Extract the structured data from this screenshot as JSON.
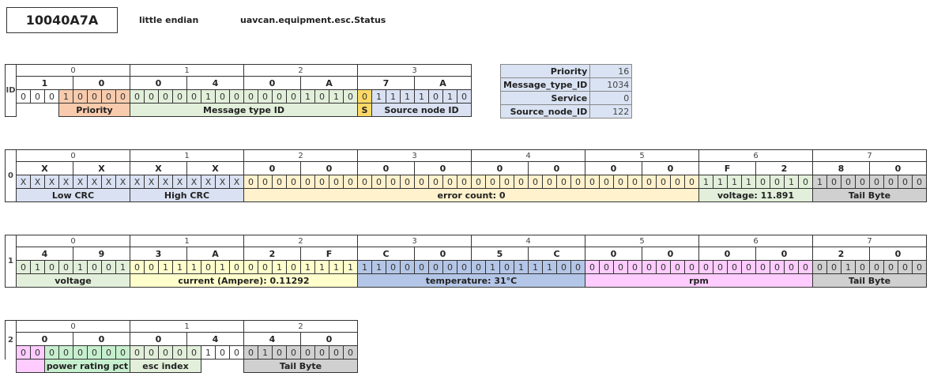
{
  "header": {
    "can_id": "10040A7A",
    "endianness": "little endian",
    "message_name": "uavcan.equipment.esc.Status"
  },
  "info_table": [
    {
      "key": "Priority",
      "value": "16"
    },
    {
      "key": "Message_type_ID",
      "value": "1034"
    },
    {
      "key": "Service",
      "value": "0"
    },
    {
      "key": "Source_node_ID",
      "value": "122"
    }
  ],
  "colors": {
    "priority": "#f8cbad",
    "message_type": "#e2efda",
    "service": "#ffd966",
    "source": "#d9e1f2",
    "crc": "#d9e1f2",
    "error": "#fff2cc",
    "voltage": "#e2efda",
    "tail": "#d0d0d0",
    "current": "#ffffcc",
    "temperature": "#b4c6e7",
    "rpm": "#ffccff",
    "power": "#c6efce",
    "esc": "#e2efda",
    "none": "#ffffff"
  },
  "frames": [
    {
      "label": "ID",
      "bytes": [
        "0",
        "1",
        "2",
        "3"
      ],
      "hex": [
        "1",
        "0",
        "0",
        "4",
        "0",
        "A",
        "7",
        "A"
      ],
      "bits": [
        "0",
        "0",
        "0",
        "1",
        "0",
        "0",
        "0",
        "0",
        "0",
        "0",
        "0",
        "0",
        "0",
        "1",
        "0",
        "0",
        "0",
        "0",
        "0",
        "0",
        "1",
        "0",
        "1",
        "0",
        "0",
        "1",
        "1",
        "1",
        "1",
        "0",
        "1",
        "0"
      ],
      "bit_fields": [
        "none",
        "none",
        "none",
        "priority",
        "priority",
        "priority",
        "priority",
        "priority",
        "message_type",
        "message_type",
        "message_type",
        "message_type",
        "message_type",
        "message_type",
        "message_type",
        "message_type",
        "message_type",
        "message_type",
        "message_type",
        "message_type",
        "message_type",
        "message_type",
        "message_type",
        "message_type",
        "service",
        "source",
        "source",
        "source",
        "source",
        "source",
        "source",
        "source"
      ],
      "fields": [
        {
          "label": "",
          "span": 3,
          "color": "none"
        },
        {
          "label": "Priority",
          "span": 5,
          "color": "priority"
        },
        {
          "label": "Message type ID",
          "span": 16,
          "color": "message_type"
        },
        {
          "label": "S",
          "span": 1,
          "color": "service"
        },
        {
          "label": "Source node ID",
          "span": 7,
          "color": "source"
        }
      ]
    },
    {
      "label": "0",
      "bytes": [
        "0",
        "1",
        "2",
        "3",
        "4",
        "5",
        "6",
        "7"
      ],
      "hex": [
        "X",
        "X",
        "X",
        "X",
        "0",
        "0",
        "0",
        "0",
        "0",
        "0",
        "0",
        "0",
        "F",
        "2",
        "8",
        "0"
      ],
      "bits": [
        "X",
        "X",
        "X",
        "X",
        "X",
        "X",
        "X",
        "X",
        "X",
        "X",
        "X",
        "X",
        "X",
        "X",
        "X",
        "X",
        "0",
        "0",
        "0",
        "0",
        "0",
        "0",
        "0",
        "0",
        "0",
        "0",
        "0",
        "0",
        "0",
        "0",
        "0",
        "0",
        "0",
        "0",
        "0",
        "0",
        "0",
        "0",
        "0",
        "0",
        "0",
        "0",
        "0",
        "0",
        "0",
        "0",
        "0",
        "0",
        "1",
        "1",
        "1",
        "1",
        "0",
        "0",
        "1",
        "0",
        "1",
        "0",
        "0",
        "0",
        "0",
        "0",
        "0",
        "0"
      ],
      "bit_fields": [
        "crc",
        "crc",
        "crc",
        "crc",
        "crc",
        "crc",
        "crc",
        "crc",
        "crc",
        "crc",
        "crc",
        "crc",
        "crc",
        "crc",
        "crc",
        "crc",
        "error",
        "error",
        "error",
        "error",
        "error",
        "error",
        "error",
        "error",
        "error",
        "error",
        "error",
        "error",
        "error",
        "error",
        "error",
        "error",
        "error",
        "error",
        "error",
        "error",
        "error",
        "error",
        "error",
        "error",
        "error",
        "error",
        "error",
        "error",
        "error",
        "error",
        "error",
        "error",
        "voltage",
        "voltage",
        "voltage",
        "voltage",
        "voltage",
        "voltage",
        "voltage",
        "voltage",
        "tail",
        "tail",
        "tail",
        "tail",
        "tail",
        "tail",
        "tail",
        "tail"
      ],
      "fields": [
        {
          "label": "Low CRC",
          "span": 8,
          "color": "crc"
        },
        {
          "label": "High CRC",
          "span": 8,
          "color": "crc"
        },
        {
          "label": "error count: 0",
          "span": 32,
          "color": "error"
        },
        {
          "label": "voltage: 11.891",
          "span": 8,
          "color": "voltage"
        },
        {
          "label": "Tail Byte",
          "span": 8,
          "color": "tail"
        }
      ]
    },
    {
      "label": "1",
      "bytes": [
        "0",
        "1",
        "2",
        "3",
        "4",
        "5",
        "6",
        "7"
      ],
      "hex": [
        "4",
        "9",
        "3",
        "A",
        "2",
        "F",
        "C",
        "0",
        "5",
        "C",
        "0",
        "0",
        "0",
        "0",
        "2",
        "0"
      ],
      "bits": [
        "0",
        "1",
        "0",
        "0",
        "1",
        "0",
        "0",
        "1",
        "0",
        "0",
        "1",
        "1",
        "1",
        "0",
        "1",
        "0",
        "0",
        "0",
        "1",
        "0",
        "1",
        "1",
        "1",
        "1",
        "1",
        "1",
        "0",
        "0",
        "0",
        "0",
        "0",
        "0",
        "0",
        "1",
        "0",
        "1",
        "1",
        "1",
        "0",
        "0",
        "0",
        "0",
        "0",
        "0",
        "0",
        "0",
        "0",
        "0",
        "0",
        "0",
        "0",
        "0",
        "0",
        "0",
        "0",
        "0",
        "0",
        "0",
        "1",
        "0",
        "0",
        "0",
        "0",
        "0"
      ],
      "bit_fields": [
        "voltage",
        "voltage",
        "voltage",
        "voltage",
        "voltage",
        "voltage",
        "voltage",
        "voltage",
        "current",
        "current",
        "current",
        "current",
        "current",
        "current",
        "current",
        "current",
        "current",
        "current",
        "current",
        "current",
        "current",
        "current",
        "current",
        "current",
        "temperature",
        "temperature",
        "temperature",
        "temperature",
        "temperature",
        "temperature",
        "temperature",
        "temperature",
        "temperature",
        "temperature",
        "temperature",
        "temperature",
        "temperature",
        "temperature",
        "temperature",
        "temperature",
        "rpm",
        "rpm",
        "rpm",
        "rpm",
        "rpm",
        "rpm",
        "rpm",
        "rpm",
        "rpm",
        "rpm",
        "rpm",
        "rpm",
        "rpm",
        "rpm",
        "rpm",
        "rpm",
        "tail",
        "tail",
        "tail",
        "tail",
        "tail",
        "tail",
        "tail",
        "tail"
      ],
      "fields": [
        {
          "label": "voltage",
          "span": 8,
          "color": "voltage"
        },
        {
          "label": "current (Ampere): 0.11292",
          "span": 16,
          "color": "current"
        },
        {
          "label": "temperature: 31°C",
          "span": 16,
          "color": "temperature"
        },
        {
          "label": "rpm",
          "span": 16,
          "color": "rpm"
        },
        {
          "label": "Tail Byte",
          "span": 8,
          "color": "tail"
        }
      ]
    },
    {
      "label": "2",
      "bytes": [
        "0",
        "1",
        "2"
      ],
      "hex": [
        "0",
        "0",
        "0",
        "4",
        "4",
        "0"
      ],
      "bits": [
        "0",
        "0",
        "0",
        "0",
        "0",
        "0",
        "0",
        "0",
        "0",
        "0",
        "0",
        "0",
        "0",
        "1",
        "0",
        "0",
        "0",
        "1",
        "0",
        "0",
        "0",
        "0",
        "0",
        "0"
      ],
      "bit_fields": [
        "rpm",
        "rpm",
        "power",
        "power",
        "power",
        "power",
        "power",
        "power",
        "esc",
        "esc",
        "esc",
        "esc",
        "esc",
        "none",
        "none",
        "none",
        "tail",
        "tail",
        "tail",
        "tail",
        "tail",
        "tail",
        "tail",
        "tail"
      ],
      "fields": [
        {
          "label": "",
          "span": 2,
          "color": "rpm"
        },
        {
          "label": "power rating pct",
          "span": 6,
          "color": "power"
        },
        {
          "label": "esc index",
          "span": 5,
          "color": "esc"
        },
        {
          "label": "",
          "span": 3,
          "color": "none"
        },
        {
          "label": "Tail Byte",
          "span": 8,
          "color": "tail"
        }
      ]
    }
  ]
}
